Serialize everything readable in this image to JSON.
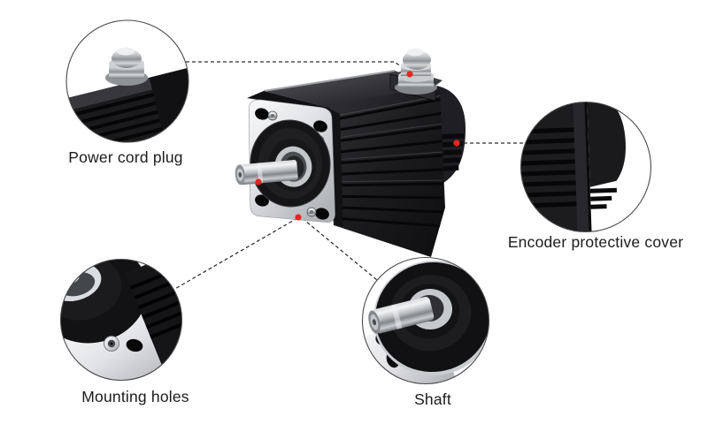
{
  "figure": {
    "type": "annotated-product-diagram",
    "subject": "AC servo motor",
    "background_color": "#ffffff",
    "marker_color": "#e8251f",
    "connector_color": "#2d2d2d",
    "label_color": "#1b1b1b",
    "callouts": [
      {
        "id": "power-cord-plug",
        "label": "Power cord plug"
      },
      {
        "id": "encoder-protective-cover",
        "label": "Encoder protective cover"
      },
      {
        "id": "mounting-holes",
        "label": "Mounting holes"
      },
      {
        "id": "shaft",
        "label": "Shaft"
      }
    ]
  }
}
